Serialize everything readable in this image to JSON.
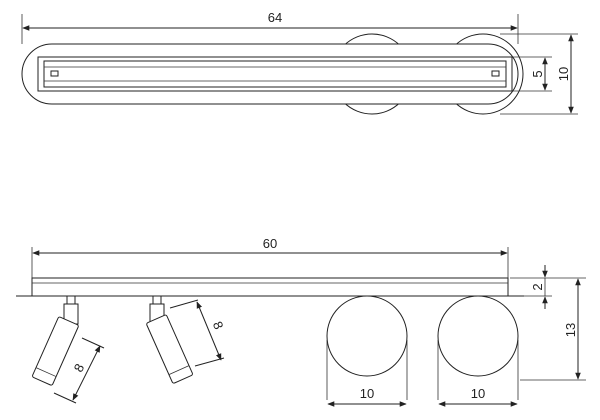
{
  "top_view": {
    "overall_length": "64",
    "track_width": "5",
    "overall_width": "10"
  },
  "side_view": {
    "track_length": "60",
    "base_height": "2",
    "total_height": "13",
    "spot_left_length": "8",
    "spot_right_length": "8",
    "globe_left_diameter": "10",
    "globe_right_diameter": "10"
  },
  "colors": {
    "line": "#222222",
    "background": "#ffffff"
  }
}
